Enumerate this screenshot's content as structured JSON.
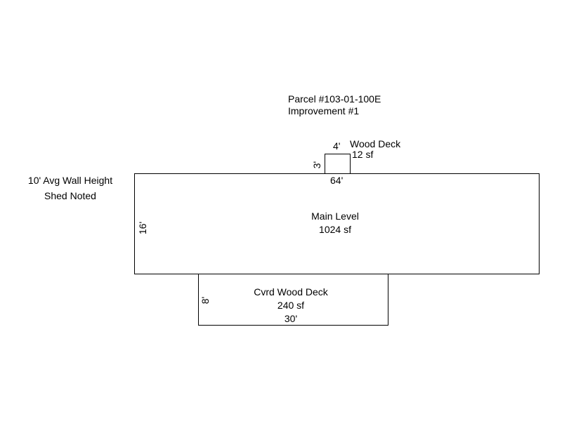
{
  "header": {
    "parcel": "Parcel #103-01-100E",
    "improvement": "Improvement #1"
  },
  "notes": {
    "wall_height": "10' Avg Wall Height",
    "shed": "Shed Noted"
  },
  "areas": {
    "wood_deck": {
      "name": "Wood Deck",
      "area": "12 sf",
      "width": "4'",
      "depth": "3'"
    },
    "main_level": {
      "name": "Main Level",
      "area": "1024 sf",
      "width": "64'",
      "depth": "16'"
    },
    "covered_deck": {
      "name": "Cvrd Wood Deck",
      "area": "240 sf",
      "width": "30'",
      "depth": "8'"
    }
  }
}
